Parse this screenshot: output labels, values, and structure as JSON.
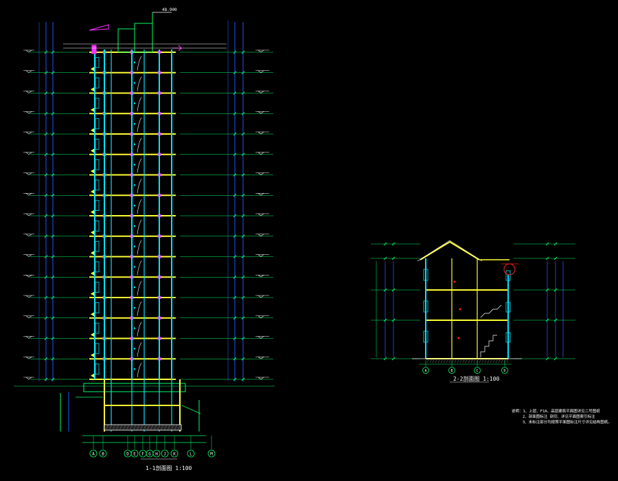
{
  "drawing": {
    "background": "#000000",
    "colors": {
      "wall": "#00e5ff",
      "slab": "#ffff33",
      "dimension": "#00ff66",
      "grid": "#2255ff",
      "highlight": "#ff33ff",
      "annotation": "#ffffff",
      "red": "#ff2020"
    }
  },
  "section_1": {
    "title": "1-1剖面图",
    "scale": "1:100",
    "floors": 16,
    "roof_elevation_label": "48.900",
    "axis_labels": [
      "A",
      "B",
      "D",
      "E",
      "F",
      "G",
      "H",
      "J",
      "K",
      "L",
      "M"
    ]
  },
  "section_2": {
    "title": "2-2剖面图",
    "scale": "1:100",
    "floors": 3,
    "axis_labels": [
      "A",
      "B",
      "C",
      "D"
    ]
  },
  "notes": {
    "lines": [
      "说明：1、上层、F1A、高层建筑平面图详见二号图纸",
      "2、剖面图标注 剖切、详见平面图索引标注",
      "3、未标注部分均按照平面图标注尺寸详见结构图纸。"
    ]
  }
}
